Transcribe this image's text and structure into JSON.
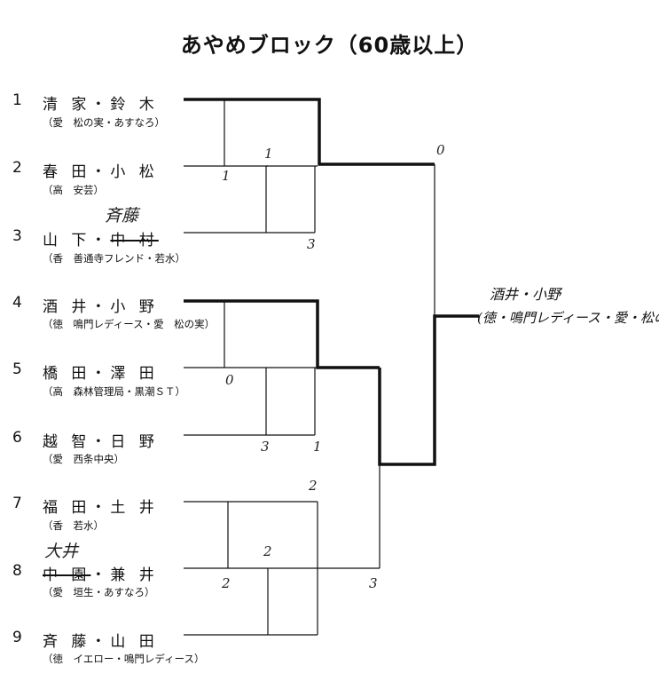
{
  "title": "あやめブロック（60歳以上）",
  "players": [
    {
      "num": "1",
      "name": "清 家・鈴 木",
      "club": "（愛　松の実・あすなろ）"
    },
    {
      "num": "2",
      "name": "春 田・小 松",
      "club": "（高　安芸）"
    },
    {
      "num": "3",
      "name_prefix": "山 下・",
      "name_struck": "中 村",
      "name_handwritten": "斉藤",
      "club": "（香　善通寺フレンド・若水）"
    },
    {
      "num": "4",
      "name": "酒 井・小 野",
      "club": "（徳　鳴門レディース・愛　松の実）"
    },
    {
      "num": "5",
      "name": "橋 田・澤 田",
      "club": "（高　森林管理局・黒潮ＳＴ）"
    },
    {
      "num": "6",
      "name": "越 智・日 野",
      "club": "（愛　西条中央）"
    },
    {
      "num": "7",
      "name": "福 田・土 井",
      "club": "（香　若水）"
    },
    {
      "num": "8",
      "name_struck": "中 園",
      "name_suffix": "・兼 井",
      "name_handwritten": "大井",
      "club": "（愛　垣生・あすなろ）"
    },
    {
      "num": "9",
      "name": "斉 藤・山 田",
      "club": "（徳　イエロー・鳴門レディース）"
    }
  ],
  "scores": {
    "s_2_vs_3_top": "1",
    "s_2_vs_3_bottom": "3",
    "s_1_vs_23_top": "1",
    "s_1_vs_23_mark": "1",
    "s_final_top": "0",
    "s_4_vs_5_5": "0",
    "s_56_bottom": "3",
    "s_56_right": "1",
    "s_78_top": "2",
    "s_78_mid": "2",
    "s_78_left": "2",
    "s_sf_bottom": "3"
  },
  "winner": {
    "name": "酒井・小野",
    "club": "(徳・鳴門レディース・愛・松の実"
  }
}
